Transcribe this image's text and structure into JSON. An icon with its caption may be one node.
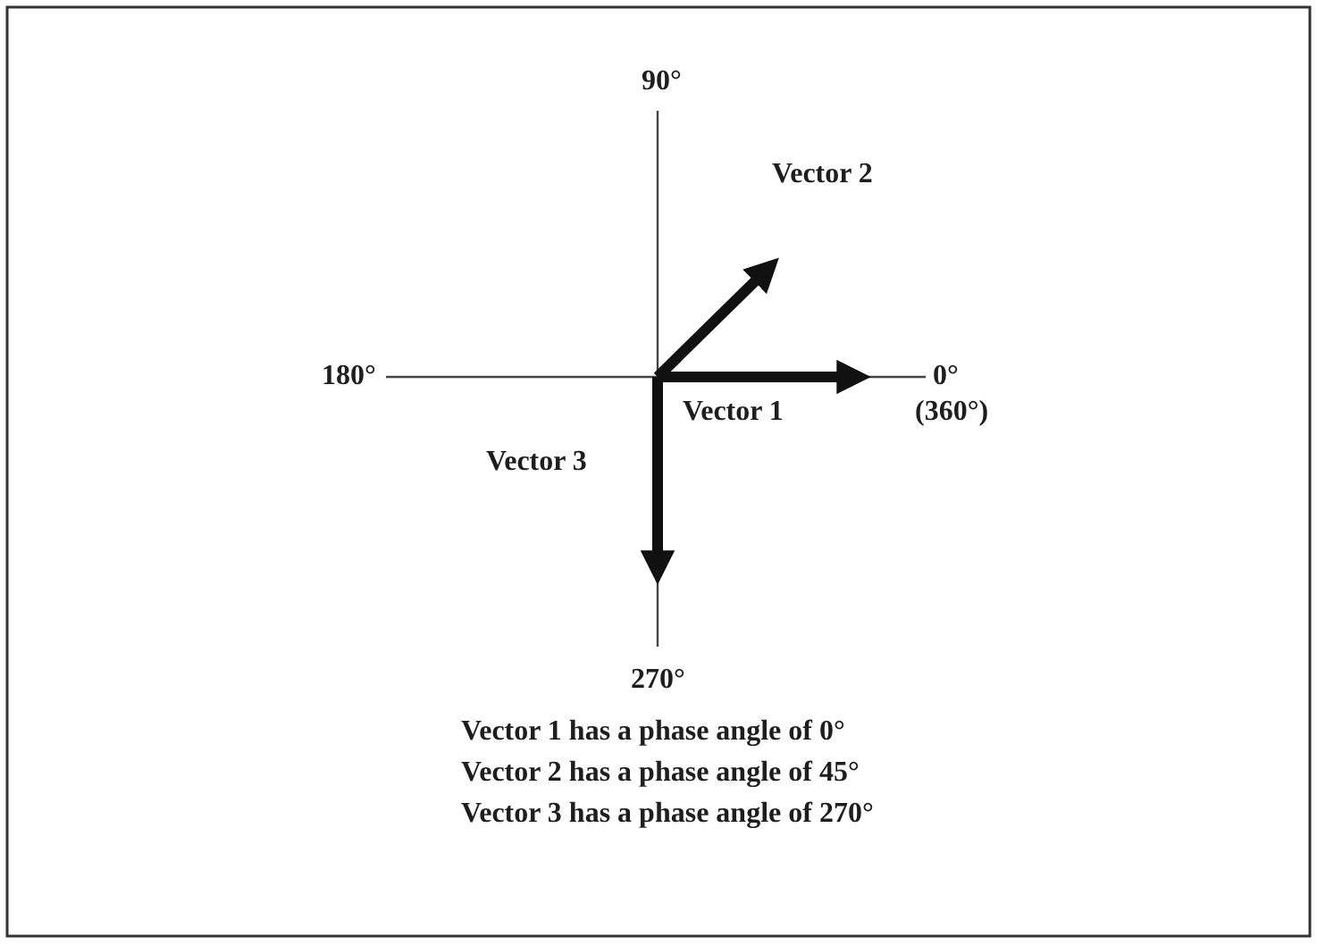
{
  "diagram": {
    "labels": [
      "90°",
      "Vector 2",
      "180°",
      "0°",
      "(360°)",
      "Vector 1",
      "Vector 3",
      "270°",
      "Vector 1 has a phase angle of 0°",
      "Vector 2 has a phase angle of 45°",
      "Vector 3 has a phase angle of 270°"
    ]
  }
}
